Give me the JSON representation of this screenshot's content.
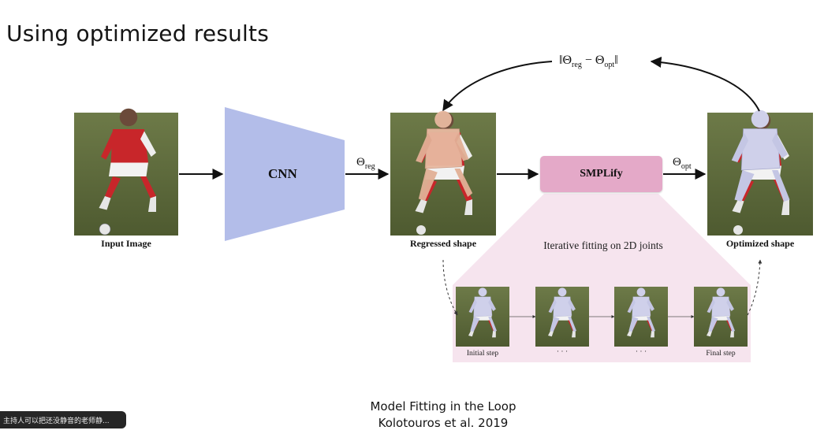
{
  "slide": {
    "title": "Using optimized results",
    "footer_line1": "Model Fitting in the Loop",
    "footer_line2": "Kolotouros et al. 2019"
  },
  "diagram": {
    "input_caption": "Input Image",
    "cnn_label": "CNN",
    "theta_reg": "Θ",
    "theta_reg_sub": "reg",
    "regressed_caption": "Regressed shape",
    "smplify_label": "SMPLify",
    "theta_opt": "Θ",
    "theta_opt_sub": "opt",
    "optimized_caption": "Optimized shape",
    "loss_prefix": "‖Θ",
    "loss_sub1": "reg",
    "loss_mid": " − Θ",
    "loss_sub2": "opt",
    "loss_suffix": "‖",
    "iterative_label": "Iterative fitting on 2D joints",
    "steps": [
      "Initial step",
      "· · ·",
      "· · ·",
      "Final step"
    ]
  },
  "overlay": {
    "toast_text": "主持人可以把还没静音的老师静..."
  },
  "colors": {
    "cnn": "#b3bde9",
    "smplify": "#e4a9c8",
    "fan": "#f6e4ee",
    "field": "#5e6e3c",
    "jersey": "#c8262a",
    "mesh_regressed": "#e8b9a0",
    "mesh_optimized": "#cfd0ea"
  }
}
